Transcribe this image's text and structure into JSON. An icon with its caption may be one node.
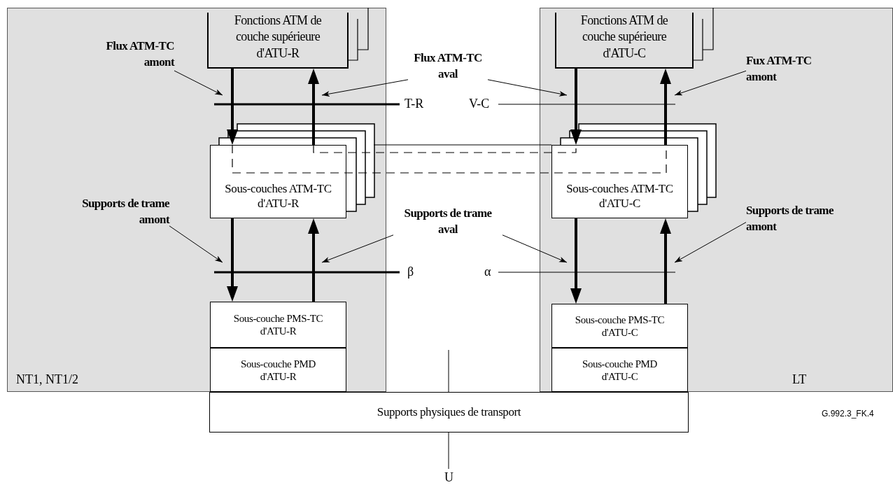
{
  "diagram": {
    "nodes": [
      {
        "text": [
          "NT1, NT1/2"
        ]
      },
      {
        "text": [
          "Fonctions ATM de couche supérieure d'ATU-R"
        ],
        "in": 0
      },
      {
        "text": [
          "Sous-couches ATM-TC d'ATU-R"
        ],
        "in": 0
      },
      {
        "text": [
          "Sous-couche PMS-TC d'ATU-R"
        ],
        "in": 0
      },
      {
        "text": [
          "Sous-couche PMD d'ATU-R"
        ],
        "in": 0
      },
      {
        "text": [
          "LT"
        ]
      },
      {
        "text": [
          "Fonctions ATM de couche supérieure d'ATU-C"
        ],
        "in": 5
      },
      {
        "text": [
          "Sous-couches ATM-TC d'ATU-C"
        ],
        "in": 5
      },
      {
        "text": [
          "Sous-couche PMS-TC d'ATU-C"
        ],
        "in": 5
      },
      {
        "text": [
          "Sous-couche PMD d'ATU-C"
        ],
        "in": 5
      },
      {
        "text": [
          "Supports physiques de transport"
        ]
      },
      {
        "text": [
          "Flux ATM-TC amont"
        ],
        "in": 0
      },
      {
        "text": [
          "Flux ATM-TC aval"
        ]
      },
      {
        "text": [
          "Fux ATM-TC amont"
        ],
        "in": 5
      },
      {
        "text": [
          "Supports de trame amont"
        ],
        "in": 0
      },
      {
        "text": [
          "Supports de trame aval"
        ]
      },
      {
        "text": [
          "Supports de trame amont"
        ],
        "in": 5
      }
    ],
    "edges": [
      {
        "from": 1,
        "to": 2,
        "arrow": "to",
        "style": "thick"
      },
      {
        "from": 2,
        "to": 1,
        "arrow": "to",
        "style": "thick"
      },
      {
        "from": 2,
        "to": 3,
        "arrow": "to",
        "style": "thick"
      },
      {
        "from": 3,
        "to": 2,
        "arrow": "to",
        "style": "thick"
      },
      {
        "from": 6,
        "to": 7,
        "arrow": "to",
        "style": "thick"
      },
      {
        "from": 7,
        "to": 6,
        "arrow": "to",
        "style": "thick"
      },
      {
        "from": 7,
        "to": 8,
        "arrow": "to",
        "style": "thick"
      },
      {
        "from": 8,
        "to": 7,
        "arrow": "to",
        "style": "thick"
      },
      {
        "from": 2,
        "to": 7,
        "arrow": "none",
        "style": "dashed"
      },
      {
        "from": 2,
        "to": 7,
        "arrow": "none",
        "style": "dashed"
      },
      {
        "from": 2,
        "to": 7,
        "arrow": "none"
      },
      {
        "from": 11,
        "to": null,
        "arrow": "to"
      },
      {
        "from": 12,
        "to": null,
        "arrow": "to"
      },
      {
        "from": 12,
        "to": null,
        "arrow": "to"
      },
      {
        "from": 13,
        "to": null,
        "arrow": "to"
      },
      {
        "from": 14,
        "to": null,
        "arrow": "to"
      },
      {
        "from": 15,
        "to": null,
        "arrow": "to"
      },
      {
        "from": 15,
        "to": null,
        "arrow": "to"
      },
      {
        "from": 16,
        "to": null,
        "arrow": "to"
      }
    ],
    "labels": [
      "T-R",
      "V-C",
      "β",
      "α",
      "G.992.3_FK.4",
      "U"
    ]
  }
}
